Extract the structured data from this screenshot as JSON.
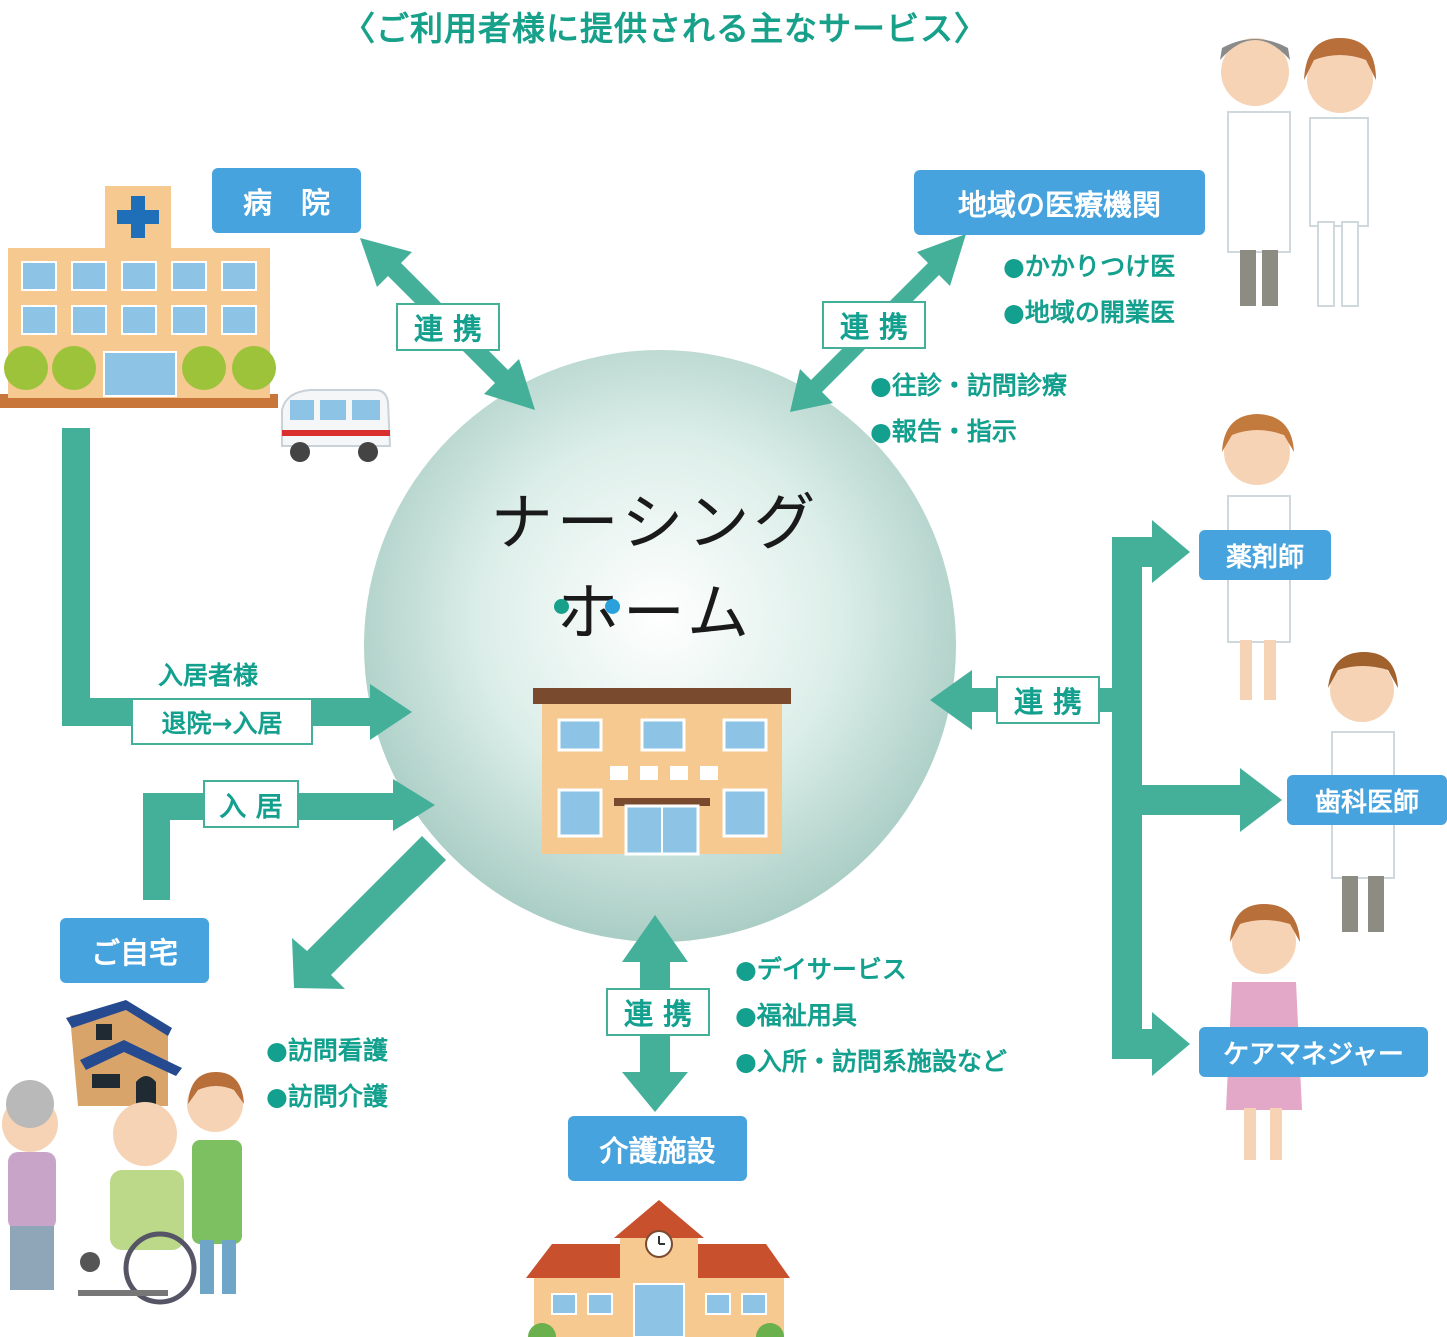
{
  "title": "〈ご利用者様に提供される主なサービス〉",
  "center": {
    "line1": "ナーシング",
    "line2": "ホーム"
  },
  "nodes": {
    "hospital": "病　院",
    "clinic": "地域の医療機関",
    "pharmacist": "薬剤師",
    "dentist": "歯科医師",
    "care_manager": "ケアマネジャー",
    "home": "ご自宅",
    "care_facility": "介護施設"
  },
  "tags": {
    "hospital_link": "連 携",
    "clinic_link": "連 携",
    "right_link": "連 携",
    "bottom_link": "連 携",
    "admission_home": "入 居",
    "discharge": "退院→入居"
  },
  "labels": {
    "resident": "入居者様"
  },
  "notes": {
    "clinic_sub": [
      "●かかりつけ医",
      "●地域の開業医"
    ],
    "clinic_services": [
      "●往診・訪問診療",
      "●報告・指示"
    ],
    "home_services": [
      "●訪問看護",
      "●訪問介護"
    ],
    "facility_services": [
      "●デイサービス",
      "●福祉用具",
      "●入所・訪問系施設など"
    ]
  },
  "colors": {
    "arrow": "#45b09a",
    "box": "#47a3dd",
    "text": "#13a08e",
    "dot1": "#17a08a",
    "dot2": "#2aa1dc"
  }
}
